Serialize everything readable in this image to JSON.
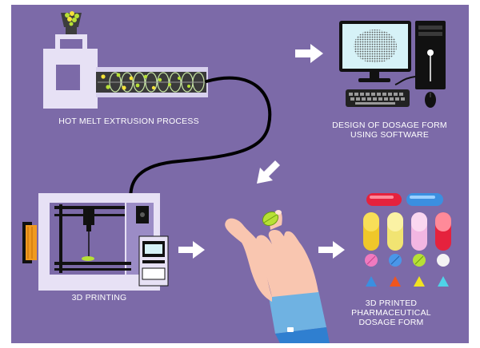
{
  "labels": {
    "hot_melt": "HOT MELT EXTRUSION PROCESS",
    "design_line1": "DESIGN OF DOSAGE FORM",
    "design_line2": "USING SOFTWARE",
    "printing": "3D PRINTING",
    "pharma_line1": "3D PRINTED",
    "pharma_line2": "PHARMACEUTICAL",
    "pharma_line3": "DOSAGE FORM"
  },
  "colors": {
    "background": "#7c6aa8",
    "machine_body": "#e7e1f5",
    "arrow": "#ffffff",
    "filament": "#000000",
    "pill_green": "#b7e035",
    "monitor_screen": "#d6f2f7"
  },
  "icons": {
    "extruder": "extruder-icon",
    "computer": "desktop-computer-icon",
    "printer": "3d-printer-icon",
    "hand": "hand-holding-pill-icon",
    "pills": "pill-assortment-icon"
  }
}
